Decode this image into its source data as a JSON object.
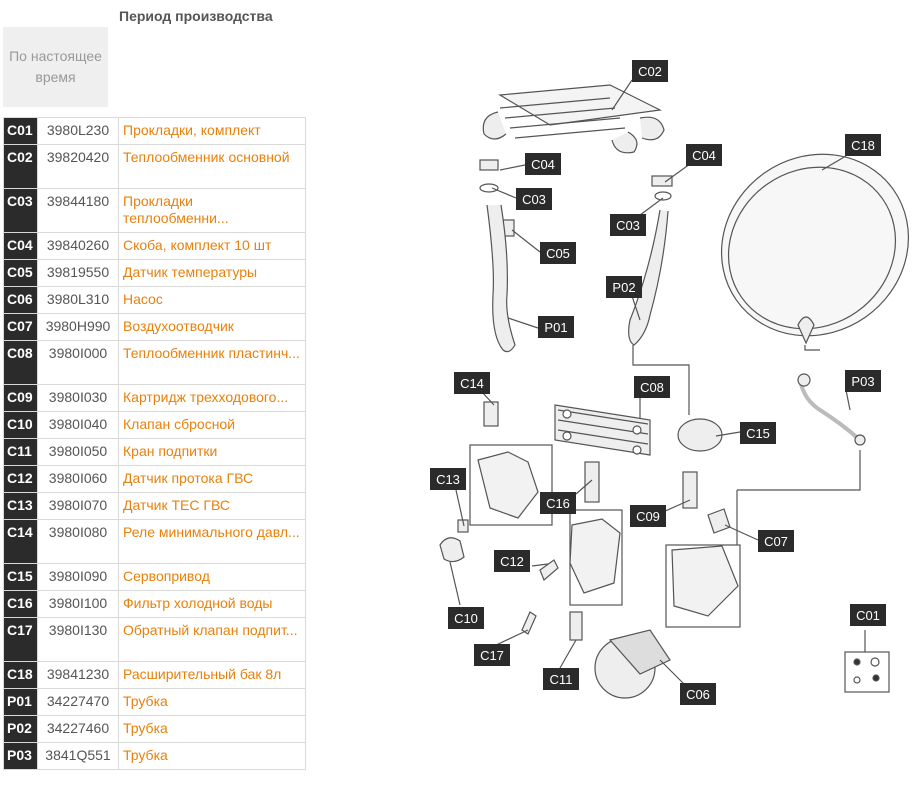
{
  "period": {
    "header": "Период производства",
    "current_label": "По настоящее время"
  },
  "parts": [
    {
      "code": "C01",
      "number": "3980L230",
      "name": "Прокладки, комплект",
      "h": 27
    },
    {
      "code": "C02",
      "number": "39820420",
      "name": "Теплообменник основной",
      "h": 44
    },
    {
      "code": "C03",
      "number": "39844180",
      "name": "Прокладки теплообменни...",
      "h": 44
    },
    {
      "code": "C04",
      "number": "39840260",
      "name": "Скоба, комплект 10 шт",
      "h": 27
    },
    {
      "code": "C05",
      "number": "39819550",
      "name": "Датчик температуры",
      "h": 27
    },
    {
      "code": "C06",
      "number": "3980L310",
      "name": "Насос",
      "h": 27
    },
    {
      "code": "C07",
      "number": "3980H990",
      "name": "Воздухоотводчик",
      "h": 27
    },
    {
      "code": "C08",
      "number": "3980I000",
      "name": "Теплообменник пластинч...",
      "h": 44
    },
    {
      "code": "C09",
      "number": "3980I030",
      "name": "Картридж трехходового...",
      "h": 27
    },
    {
      "code": "C10",
      "number": "3980I040",
      "name": "Клапан сбросной",
      "h": 27
    },
    {
      "code": "C11",
      "number": "3980I050",
      "name": "Кран подпитки",
      "h": 27
    },
    {
      "code": "C12",
      "number": "3980I060",
      "name": "Датчик протока ГВС",
      "h": 27
    },
    {
      "code": "C13",
      "number": "3980I070",
      "name": "Датчик ТЕС ГВС",
      "h": 27
    },
    {
      "code": "C14",
      "number": "3980I080",
      "name": "Реле минимального давл...",
      "h": 44
    },
    {
      "code": "C15",
      "number": "3980I090",
      "name": "Сервопривод",
      "h": 27
    },
    {
      "code": "C16",
      "number": "3980I100",
      "name": "Фильтр холодной воды",
      "h": 27
    },
    {
      "code": "C17",
      "number": "3980I130",
      "name": "Обратный клапан подпит...",
      "h": 44
    },
    {
      "code": "C18",
      "number": "39841230",
      "name": "Расширительный бак 8л",
      "h": 27
    },
    {
      "code": "P01",
      "number": "34227470",
      "name": "Трубка",
      "h": 27
    },
    {
      "code": "P02",
      "number": "34227460",
      "name": "Трубка",
      "h": 27
    },
    {
      "code": "P03",
      "number": "3841Q551",
      "name": "Трубка",
      "h": 27
    }
  ],
  "diagram_labels": [
    "C02",
    "C04",
    "C03",
    "C05",
    "P01",
    "C04",
    "C03",
    "P02",
    "C18",
    "P03",
    "C14",
    "C08",
    "C15",
    "C13",
    "C16",
    "C09",
    "C07",
    "C12",
    "C10",
    "C17",
    "C11",
    "C06",
    "C01"
  ],
  "colors": {
    "link": "#e8810c",
    "code_bg": "#2b2b2b",
    "period_bg": "#efefef"
  }
}
